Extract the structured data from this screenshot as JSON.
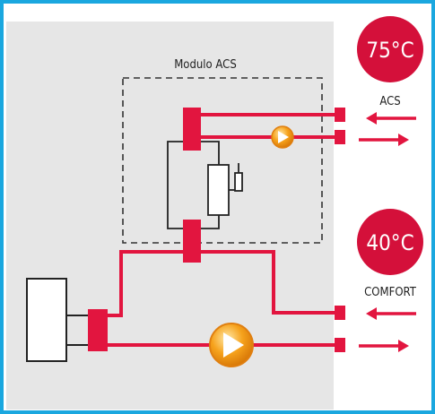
{
  "module": {
    "title": "Modulo ACS"
  },
  "acs": {
    "temperature": "75°C",
    "label": "ACS"
  },
  "comfort": {
    "temperature": "40°C",
    "label": "COMFORT"
  },
  "colors": {
    "frame": "#1aa7df",
    "panel": "#e6e6e6",
    "pipe": "#e2153f",
    "badge": "#d4103a",
    "pump": "#f6a21c",
    "text": "#222222"
  },
  "icons": {
    "pump_small": "pump-icon",
    "pump_large": "pump-icon",
    "arrow_in": "arrow-left-icon",
    "arrow_out": "arrow-right-icon"
  }
}
